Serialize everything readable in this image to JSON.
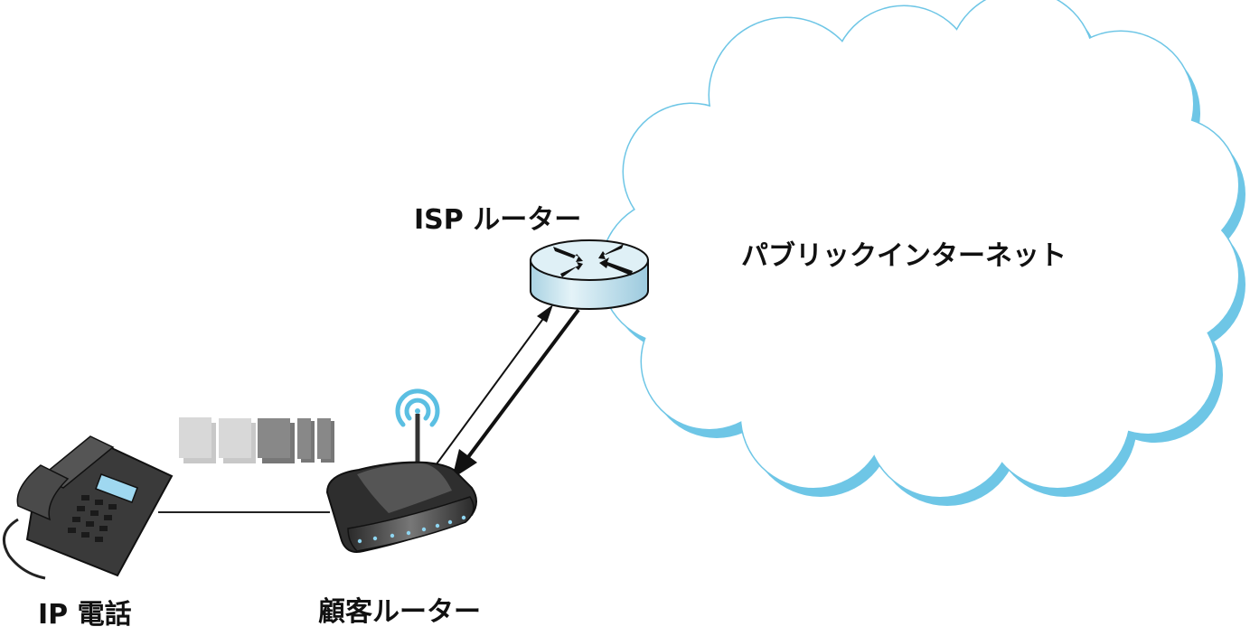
{
  "labels": {
    "ip_phone": "IP 電話",
    "customer_router": "顧客ルーター",
    "isp_router": "ISP ルーター",
    "public_internet": "パブリックインターネット"
  },
  "colors": {
    "cloud_outline": "#6ec6e6",
    "wifi": "#5bbfe2",
    "device_dark": "#3a3a3a",
    "router_body": "#bfe0ec"
  }
}
